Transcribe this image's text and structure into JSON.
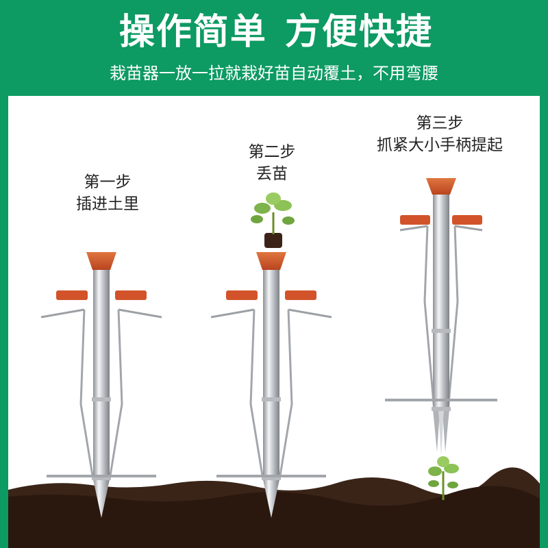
{
  "header": {
    "title_part1": "操作简单",
    "title_part2": "方便快捷",
    "subtitle": "栽苗器一放一拉就栽好苗自动覆土，不用弯腰"
  },
  "steps": [
    {
      "step": "第一步",
      "action": "插进土里"
    },
    {
      "step": "第二步",
      "action": "丢苗"
    },
    {
      "step": "第三步",
      "action": "抓紧大小手柄提起"
    }
  ],
  "colors": {
    "brand_green": "#0d9a63",
    "handle_orange": "#d2532a",
    "soil": "#3a2418",
    "steel": "#c9ccd0"
  }
}
